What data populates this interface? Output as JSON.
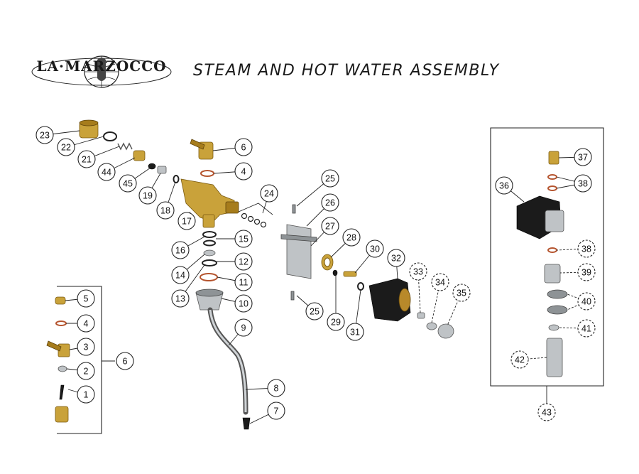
{
  "header": {
    "brand": "LA·MARZOCCO",
    "title": "STEAM AND HOT WATER ASSEMBLY"
  },
  "callouts": [
    {
      "id": "c1",
      "label": "1"
    },
    {
      "id": "c2",
      "label": "2"
    },
    {
      "id": "c3",
      "label": "3"
    },
    {
      "id": "c4a",
      "label": "4"
    },
    {
      "id": "c5",
      "label": "5"
    },
    {
      "id": "c6a",
      "label": "6"
    },
    {
      "id": "c6b",
      "label": "6"
    },
    {
      "id": "c4b",
      "label": "4"
    },
    {
      "id": "c7",
      "label": "7"
    },
    {
      "id": "c8",
      "label": "8"
    },
    {
      "id": "c9",
      "label": "9"
    },
    {
      "id": "c10",
      "label": "10"
    },
    {
      "id": "c11",
      "label": "11"
    },
    {
      "id": "c12",
      "label": "12"
    },
    {
      "id": "c13",
      "label": "13"
    },
    {
      "id": "c14",
      "label": "14"
    },
    {
      "id": "c15",
      "label": "15"
    },
    {
      "id": "c16",
      "label": "16"
    },
    {
      "id": "c17",
      "label": "17"
    },
    {
      "id": "c18",
      "label": "18"
    },
    {
      "id": "c19",
      "label": "19"
    },
    {
      "id": "c21",
      "label": "21"
    },
    {
      "id": "c22",
      "label": "22"
    },
    {
      "id": "c23",
      "label": "23"
    },
    {
      "id": "c24",
      "label": "24"
    },
    {
      "id": "c25a",
      "label": "25"
    },
    {
      "id": "c25b",
      "label": "25"
    },
    {
      "id": "c26",
      "label": "26"
    },
    {
      "id": "c27",
      "label": "27"
    },
    {
      "id": "c28",
      "label": "28"
    },
    {
      "id": "c29",
      "label": "29"
    },
    {
      "id": "c30",
      "label": "30"
    },
    {
      "id": "c31",
      "label": "31"
    },
    {
      "id": "c32",
      "label": "32"
    },
    {
      "id": "c33",
      "label": "33"
    },
    {
      "id": "c34",
      "label": "34"
    },
    {
      "id": "c35",
      "label": "35"
    },
    {
      "id": "c36",
      "label": "36"
    },
    {
      "id": "c37",
      "label": "37"
    },
    {
      "id": "c38a",
      "label": "38"
    },
    {
      "id": "c38b",
      "label": "38"
    },
    {
      "id": "c39",
      "label": "39"
    },
    {
      "id": "c40",
      "label": "40"
    },
    {
      "id": "c41",
      "label": "41"
    },
    {
      "id": "c42",
      "label": "42"
    },
    {
      "id": "c43",
      "label": "43"
    },
    {
      "id": "c44",
      "label": "44"
    },
    {
      "id": "c45",
      "label": "45"
    }
  ]
}
